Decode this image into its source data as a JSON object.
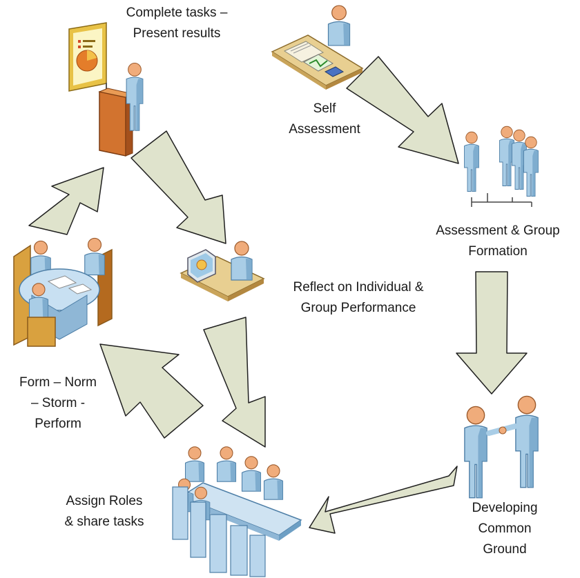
{
  "diagram": {
    "title": "",
    "colors": {
      "arrow_fill": "#dfe3cc",
      "arrow_stroke": "#1f1f1f",
      "person_fill": "#a9cde6",
      "person_shade": "#6d9fc4",
      "skin": "#f0ac7b",
      "furniture": "#d9a13f",
      "furniture_dark": "#b46a1f",
      "lectern": "#d2732f"
    },
    "stages": {
      "present": {
        "icon": "presentation-icon",
        "lines": [
          "Complete tasks –",
          "Present results"
        ]
      },
      "self_assessment": {
        "icon": "desk-worker-icon",
        "lines": [
          "Self",
          "Assessment"
        ]
      },
      "group_formation": {
        "icon": "org-chart-people-icon",
        "lines": [
          "Assessment & Group",
          "Formation"
        ]
      },
      "common_ground": {
        "icon": "handshake-icon",
        "lines": [
          "Developing",
          "Common",
          "Ground"
        ]
      },
      "assign_roles": {
        "icon": "conference-table-icon",
        "lines": [
          "Assign Roles",
          "& share tasks"
        ]
      },
      "form_norm": {
        "icon": "round-table-meeting-icon",
        "lines": [
          "Form – Norm",
          "– Storm -",
          "Perform"
        ]
      },
      "reflect": {
        "icon": "computer-desk-icon",
        "lines": [
          "Reflect on Individual &",
          "Group Performance"
        ]
      }
    }
  }
}
